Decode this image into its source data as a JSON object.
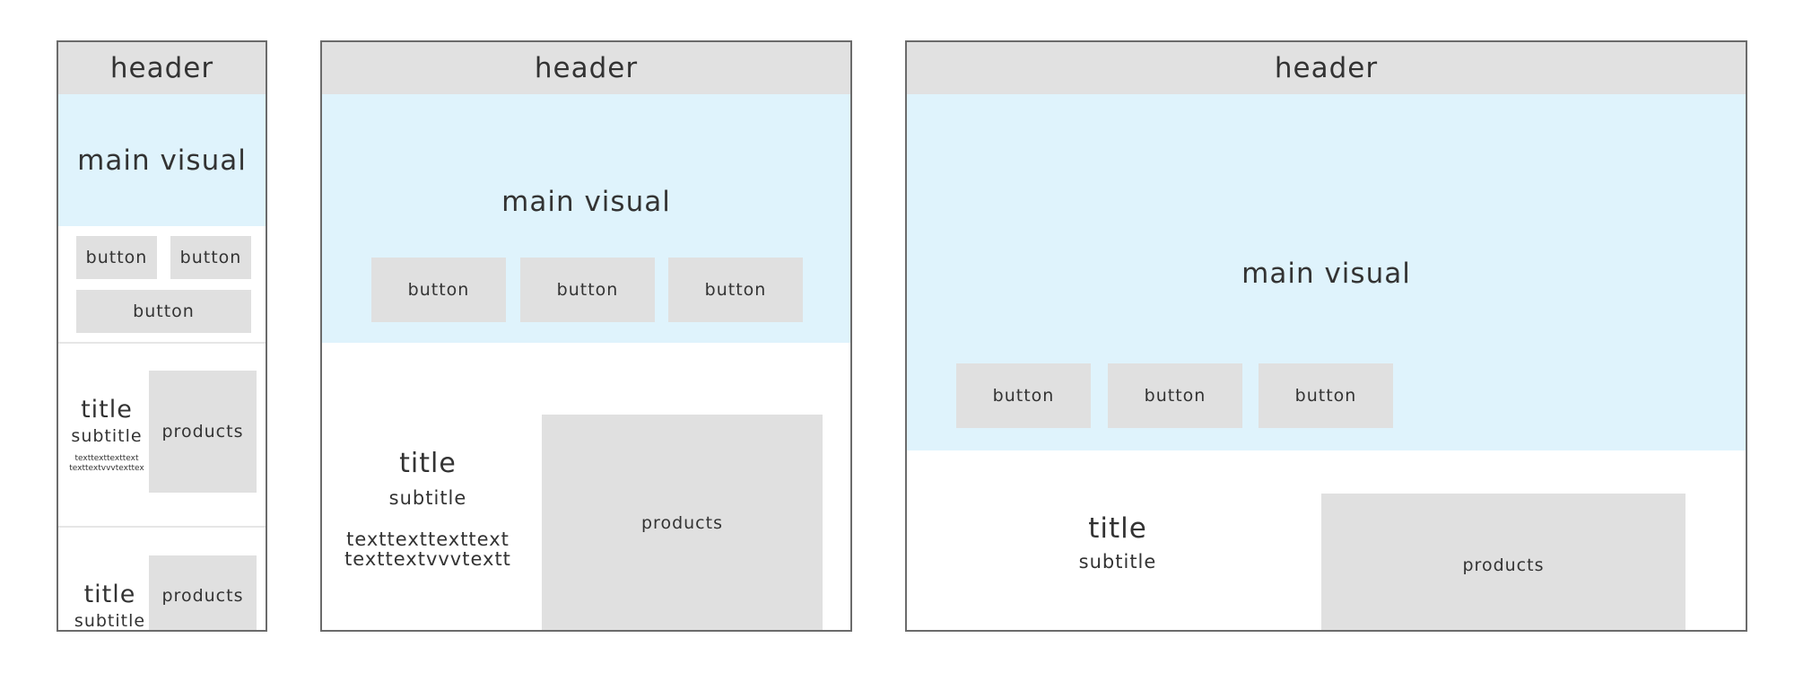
{
  "colors": {
    "header_bg": "#e1e1e1",
    "main_visual_bg": "#dff3fc",
    "block_bg": "#e0e0e0",
    "border": "#6b6b6b",
    "text": "#333333"
  },
  "mobile": {
    "header": "header",
    "main_visual": "main visual",
    "buttons": [
      "button",
      "button",
      "button"
    ],
    "section1": {
      "title": "title",
      "subtitle": "subtitle",
      "text_line1": "texttexttexttext",
      "text_line2": "texttextvvvtexttex",
      "products": "products"
    },
    "section2": {
      "title": "title",
      "subtitle": "subtitle",
      "products": "products"
    }
  },
  "tablet": {
    "header": "header",
    "main_visual": "main visual",
    "buttons": [
      "button",
      "button",
      "button"
    ],
    "section": {
      "title": "title",
      "subtitle": "subtitle",
      "text_line1": "texttexttexttext",
      "text_line2": "texttextvvvtextt",
      "products": "products"
    }
  },
  "desktop": {
    "header": "header",
    "main_visual": "main visual",
    "buttons": [
      "button",
      "button",
      "button"
    ],
    "section": {
      "title": "title",
      "subtitle": "subtitle",
      "products": "products"
    }
  }
}
